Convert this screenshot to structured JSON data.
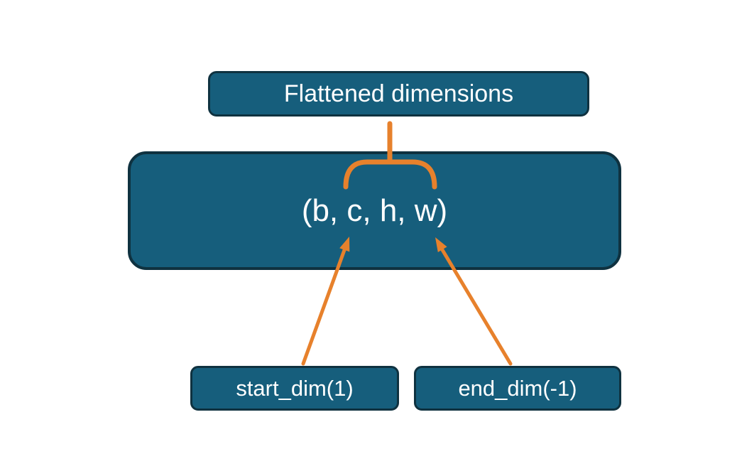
{
  "colors": {
    "box_fill": "#165e7c",
    "box_border": "#0f3240",
    "text": "#ffffff",
    "arrow": "#e7812c",
    "background": "#ffffff"
  },
  "diagram": {
    "top_label": "Flattened dimensions",
    "tuple": "(b, c, h, w)",
    "start_dim_label": "start_dim(1)",
    "end_dim_label": "end_dim(-1)"
  }
}
